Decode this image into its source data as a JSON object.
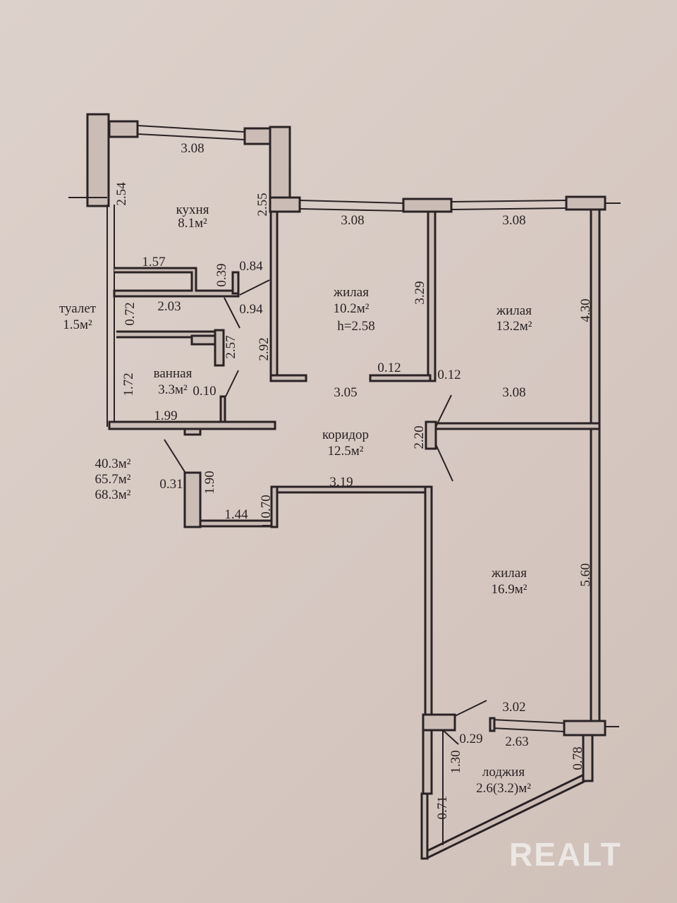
{
  "rooms": [
    {
      "name": "кухня",
      "area": "8.1м²"
    },
    {
      "name": "жилая",
      "area": "10.2м²",
      "height": "h=2.58"
    },
    {
      "name": "жилая",
      "area": "13.2м²"
    },
    {
      "name": "туалет",
      "area": "1.5м²"
    },
    {
      "name": "ванная",
      "area": "3.3м²"
    },
    {
      "name": "коридор",
      "area": "12.5м²"
    },
    {
      "name": "жилая",
      "area": "16.9м²"
    },
    {
      "name": "лоджия",
      "area": "2.6(3.2)м²"
    }
  ],
  "dimensions": [
    "3.08",
    "2.54",
    "2.55",
    "3.08",
    "3.08",
    "1.57",
    "0.39",
    "0.84",
    "2.03",
    "0.94",
    "0.72",
    "3.29",
    "4.30",
    "2.57",
    "2.92",
    "1.72",
    "0.10",
    "0.12",
    "0.12",
    "3.05",
    "3.08",
    "1.99",
    "2.20",
    "0.31",
    "1.90",
    "0.70",
    "1.44",
    "3.19",
    "5.60",
    "3.02",
    "0.29",
    "2.63",
    "1.30",
    "0.78",
    "0.71"
  ],
  "totals": [
    "40.3м²",
    "65.7м²",
    "68.3м²"
  ],
  "watermark": "REALT"
}
